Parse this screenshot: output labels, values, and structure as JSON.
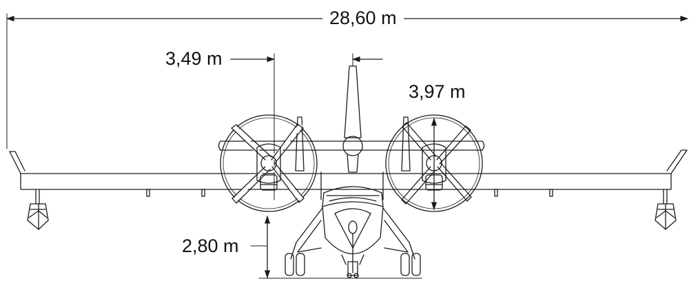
{
  "diagram": {
    "wingspan_label": "28,60 m",
    "engine_offset_label": "3,49 m",
    "propeller_diameter_label": "3,97 m",
    "ground_clearance_label": "2,80 m"
  },
  "colors": {
    "line": "#1a1a1a",
    "background": "#ffffff"
  }
}
